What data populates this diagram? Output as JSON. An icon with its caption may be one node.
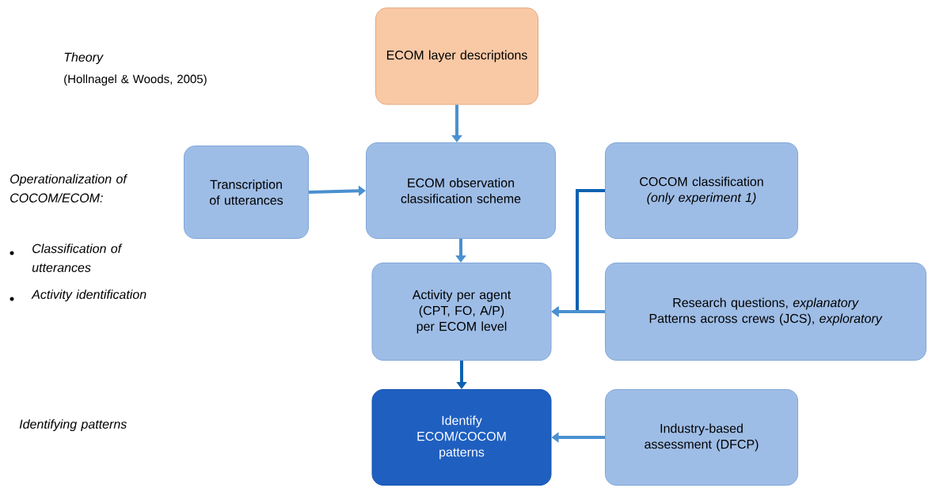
{
  "diagram": {
    "nodes": [
      {
        "text": [
          "ECOM layer descriptions"
        ]
      },
      {
        "text": [
          "Transcription of utterances"
        ]
      },
      {
        "text": [
          "ECOM observation classification scheme"
        ]
      },
      {
        "text": [
          "COCOM classification *(only experiment 1)*"
        ]
      },
      {
        "text": [
          "Activity per agent (CPT, FO, A/P) per ECOM level"
        ]
      },
      {
        "text": [
          "Research questions, *explanatory*",
          "Patterns across crews (JCS), *exploratory*"
        ]
      },
      {
        "text": [
          "Identify ECOM/COCOM patterns"
        ]
      },
      {
        "text": [
          "Industry-based assessment (DFCP)"
        ]
      }
    ],
    "edges": [
      {
        "from": 0,
        "to": 2,
        "arrow": "to"
      },
      {
        "from": 1,
        "to": 2,
        "arrow": "to"
      },
      {
        "from": 2,
        "to": 4,
        "arrow": "to"
      },
      {
        "from": 3,
        "to": 4,
        "arrow": "to",
        "color": "#0b62b0"
      },
      {
        "from": 5,
        "to": 4,
        "arrow": "to"
      },
      {
        "from": 4,
        "to": 6,
        "arrow": "to",
        "color": "#0b62b0"
      },
      {
        "from": 7,
        "to": 6,
        "arrow": "to"
      }
    ],
    "labels": [
      "Theory",
      "(Hollnagel & Woods, 2005)",
      "Operationalization of COCOM/ECOM:",
      "Classification of utterances",
      "Activity identification",
      "Identifying patterns"
    ]
  }
}
